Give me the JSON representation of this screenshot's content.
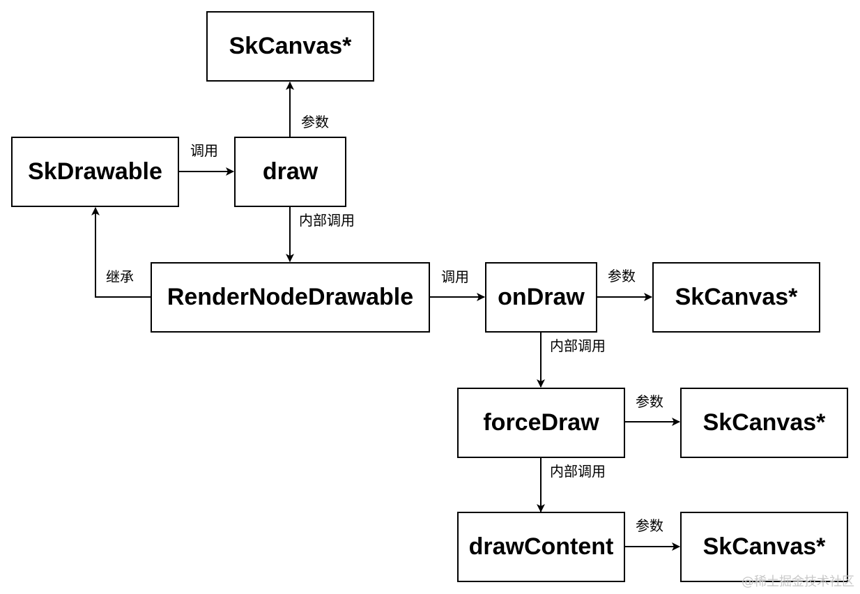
{
  "nodes": {
    "skcanvas_top": "SkCanvas*",
    "skdrawable": "SkDrawable",
    "draw": "draw",
    "rendernodedrawable": "RenderNodeDrawable",
    "ondraw": "onDraw",
    "skcanvas_ondraw": "SkCanvas*",
    "forcedraw": "forceDraw",
    "skcanvas_forcedraw": "SkCanvas*",
    "drawcontent": "drawContent",
    "skcanvas_drawcontent": "SkCanvas*"
  },
  "edges": {
    "skdrawable_to_draw": "调用",
    "draw_to_skcanvas": "参数",
    "draw_to_rendernode": "内部调用",
    "rendernode_to_skdrawable": "继承",
    "rendernode_to_ondraw": "调用",
    "ondraw_to_skcanvas": "参数",
    "ondraw_to_forcedraw": "内部调用",
    "forcedraw_to_skcanvas": "参数",
    "forcedraw_to_drawcontent": "内部调用",
    "drawcontent_to_skcanvas": "参数"
  },
  "watermark": "@稀土掘金技术社区"
}
